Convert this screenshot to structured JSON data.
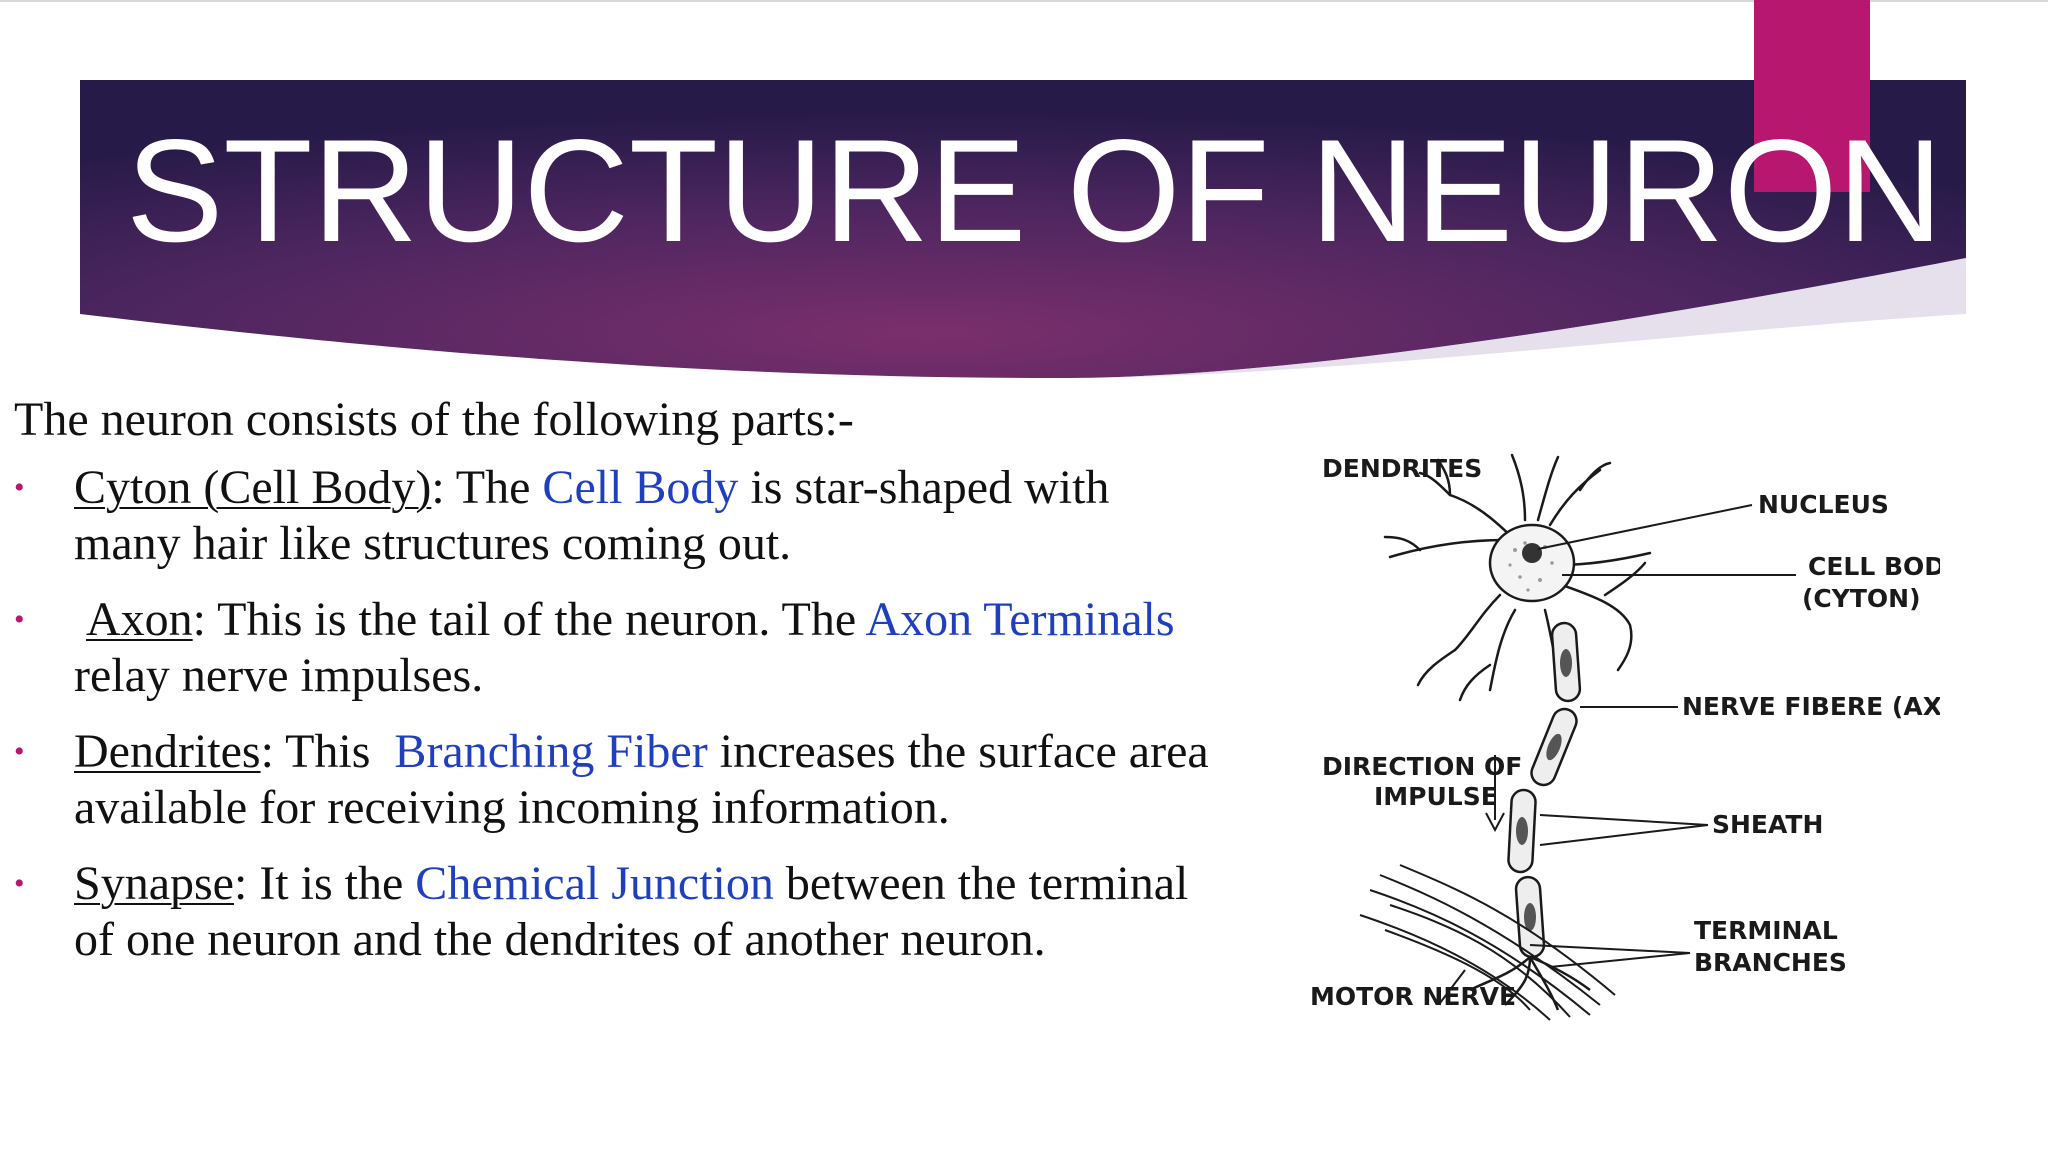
{
  "slide": {
    "title": "STRUCTURE OF NEURON",
    "intro": "The neuron consists of the following parts:-",
    "bullets": [
      {
        "term": "Cyton (Cell Body)",
        "sep": ": The ",
        "highlight": "Cell Body",
        "rest": " is star-shaped with many hair like structures coming out."
      },
      {
        "term": "Axon",
        "sep": ": This is the tail of the neuron. The ",
        "highlight": "Axon Terminals",
        "rest": " relay nerve impulses."
      },
      {
        "term": "Dendrites",
        "sep": ": This  ",
        "highlight": "Branching Fiber",
        "rest": " increases the surface area available for receiving incoming information."
      },
      {
        "term": "Synapse",
        "sep": ": It is the ",
        "highlight": "Chemical Junction",
        "rest": " between the terminal of one neuron and the dendrites of another neuron."
      }
    ]
  },
  "diagram": {
    "labels": {
      "dendrites": "DENDRITES",
      "nucleus": "NUCLEUS",
      "cell_body_1": "CELL BODY",
      "cell_body_2": "(CYTON)",
      "nerve_fibre": "NERVE FIBERE (AXON)",
      "direction_1": "DIRECTION OF",
      "direction_2": "IMPULSE",
      "sheath": "SHEATH",
      "terminal_1": "TERMINAL",
      "terminal_2": "BRANCHES",
      "motor_nerve": "MOTOR NERVE"
    }
  },
  "colors": {
    "banner_dark": "#2a1c4c",
    "banner_mid": "#6a2a64",
    "accent": "#b8176f",
    "highlight_text": "#1f3fbf",
    "bullet": "#b8176f"
  }
}
